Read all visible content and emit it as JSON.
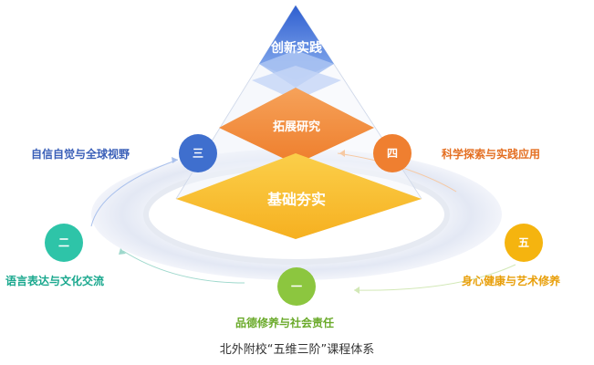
{
  "layers": {
    "top": "创新实践",
    "middle": "拓展研究",
    "bottom": "基础夯实"
  },
  "dimensions": [
    {
      "badge": "一",
      "label": "品德修养与社会责任",
      "color": "#8cc63f"
    },
    {
      "badge": "二",
      "label": "语言表达与文化交流",
      "color": "#2ec4a8"
    },
    {
      "badge": "三",
      "label": "自信自觉与全球视野",
      "color": "#3f6fce"
    },
    {
      "badge": "四",
      "label": "科学探索与实践应用",
      "color": "#ef7f30"
    },
    {
      "badge": "五",
      "label": "身心健康与艺术修养",
      "color": "#f5b40f"
    }
  ],
  "caption": "北外附校“五维三阶”课程体系",
  "colors": {
    "top_layer": "#3a6fd8",
    "middle_layer": "#f0913a",
    "bottom_layer": "#f8bb26"
  }
}
